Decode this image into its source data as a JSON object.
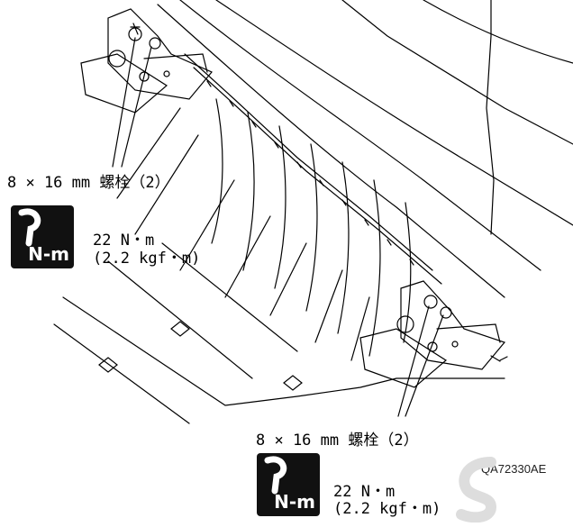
{
  "figure": {
    "code": "QA72330AE",
    "upper": {
      "bolt_label": "8 × 16 mm 螺栓（2）",
      "torque_nm": "22 N・m",
      "torque_kgf": "(2.2 kgf・m)",
      "icon_text": "N-m"
    },
    "lower": {
      "bolt_label": "8 × 16 mm 螺栓（2）",
      "torque_nm": "22 N・m",
      "torque_kgf": "(2.2 kgf・m)",
      "icon_text": "N-m"
    }
  },
  "icons": [
    "torque-wrench-icon",
    "bolt-icon",
    "leader-line"
  ],
  "colors": {
    "ink": "#000000",
    "icon_bg": "#111111",
    "watermark": "#dddddd"
  }
}
